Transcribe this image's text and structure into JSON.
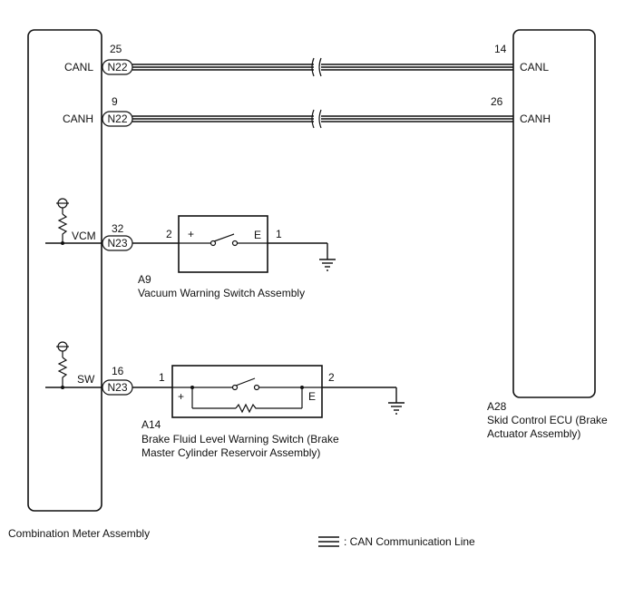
{
  "left_component": {
    "name": "Combination Meter Assembly",
    "terminals": {
      "canl": {
        "label": "CANL",
        "pin": "25",
        "connector": "N22"
      },
      "canh": {
        "label": "CANH",
        "pin": "9",
        "connector": "N22"
      },
      "vcm": {
        "label": "VCM",
        "pin": "32",
        "connector": "N23"
      },
      "sw": {
        "label": "SW",
        "pin": "16",
        "connector": "N23"
      }
    }
  },
  "right_component": {
    "code": "A28",
    "name_line1": "Skid Control ECU (Brake",
    "name_line2": "Actuator Assembly)",
    "terminals": {
      "canl": {
        "label": "CANL",
        "pin": "14"
      },
      "canh": {
        "label": "CANH",
        "pin": "26"
      }
    }
  },
  "vacuum_switch": {
    "code": "A9",
    "name": "Vacuum Warning Switch Assembly",
    "pin_in": "2",
    "pin_out": "1",
    "plus_label": "+",
    "e_label": "E"
  },
  "brake_fluid_switch": {
    "code": "A14",
    "name_line1": "Brake Fluid Level Warning Switch (Brake",
    "name_line2": "Master Cylinder Reservoir Assembly)",
    "pin_in": "1",
    "pin_out": "2",
    "plus_label": "+",
    "e_label": "E"
  },
  "legend": {
    "can_line": ": CAN Communication Line"
  }
}
